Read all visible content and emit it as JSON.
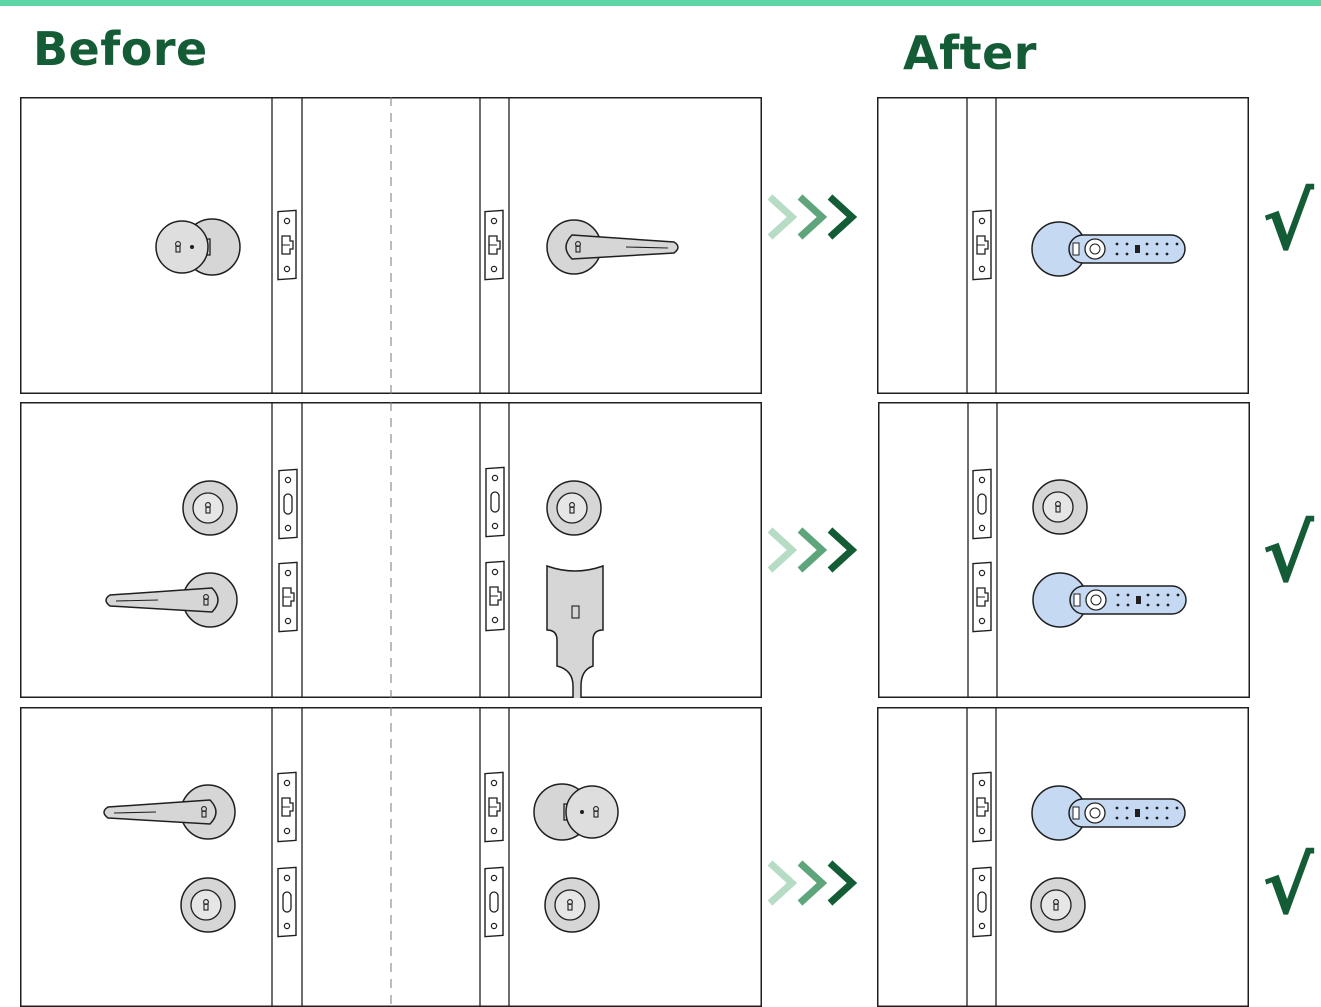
{
  "headings": {
    "before": "Before",
    "after": "After"
  },
  "colors": {
    "accent_bar": "#5fd5a3",
    "heading": "#145c36",
    "check": "#145c36",
    "arrow_light": "#b7dcc5",
    "arrow_mid": "#5ea57b",
    "arrow_dark": "#145c36",
    "line": "#1f1f1f",
    "hardware": "#d6d6d6",
    "smart_lock": "#c5d9f2"
  },
  "rows": [
    {
      "before_left": [
        "knob-lock"
      ],
      "before_right": [
        "lever-lock"
      ],
      "after": [
        "smart-lever-lock"
      ],
      "status_mark": "√"
    },
    {
      "before_left": [
        "deadbolt",
        "lever-lock"
      ],
      "before_right": [
        "deadbolt",
        "handleset"
      ],
      "after": [
        "deadbolt",
        "smart-lever-lock"
      ],
      "status_mark": "√"
    },
    {
      "before_left": [
        "lever-lock",
        "deadbolt"
      ],
      "before_right": [
        "knob-lock",
        "deadbolt"
      ],
      "after": [
        "smart-lever-lock",
        "deadbolt"
      ],
      "status_mark": "√"
    }
  ]
}
